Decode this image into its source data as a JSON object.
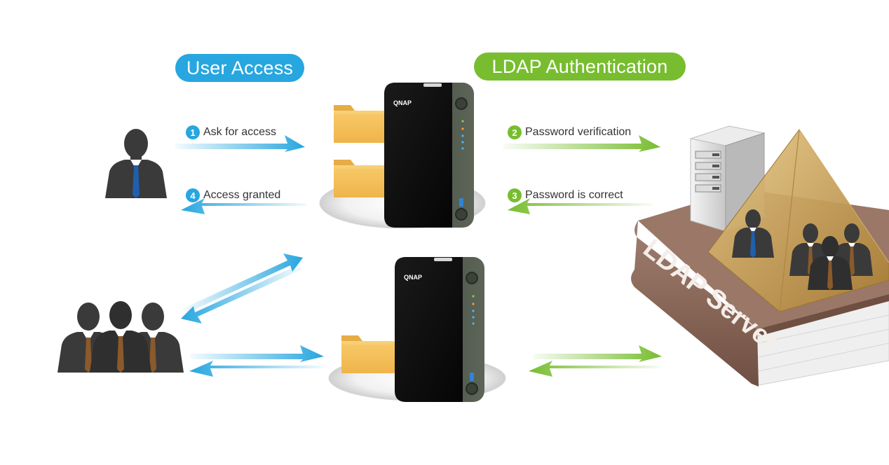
{
  "headers": {
    "user_access": "User Access",
    "ldap_auth": "LDAP Authentication"
  },
  "steps": [
    {
      "num": "1",
      "label": "Ask for access"
    },
    {
      "num": "2",
      "label": "Password verification"
    },
    {
      "num": "3",
      "label": "Password is correct"
    },
    {
      "num": "4",
      "label": "Access granted"
    }
  ],
  "nas": {
    "brand": "QNAP"
  },
  "server": {
    "label": "LDAP Server"
  },
  "colors": {
    "blue": "#27a6df",
    "green": "#77bd2f",
    "nas_body": "#0b0b0b",
    "nas_side": "#4a5247",
    "book": "#8f6a5a",
    "pyramid": "#c8a25a",
    "person": "#3a3a3a",
    "tie_blue": "#1f5fae",
    "tie_brown": "#8a5a2b",
    "folder": "#f0b84a"
  }
}
